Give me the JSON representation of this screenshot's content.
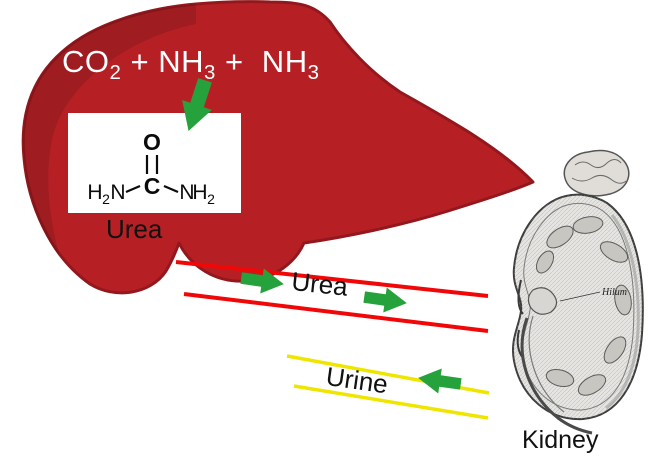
{
  "diagram": {
    "reaction": {
      "segments": [
        {
          "base": "CO",
          "sub": "2"
        },
        {
          "base": " + NH",
          "sub": "3"
        },
        {
          "base": " +  NH",
          "sub": "3"
        }
      ]
    },
    "urea_structure": {
      "oxygen": "O",
      "carbon": "C",
      "left_h": "H",
      "left_sub": "2",
      "left_n": "N",
      "right_n": "N",
      "right_h": "H",
      "right_sub": "2",
      "caption": "Urea"
    },
    "blood_vessel_label": "Urea",
    "ureter_label": "Urine",
    "kidney_label": "Kidney",
    "hilum_label": "Hilum"
  },
  "colors": {
    "liver-red": "#b62025",
    "liver-dark": "#93181d",
    "arrow-green": "#26a23c",
    "vessel-red": "#f00808",
    "vessel-yellow": "#efe600",
    "ink": "#111111",
    "paper": "#ffffff"
  }
}
